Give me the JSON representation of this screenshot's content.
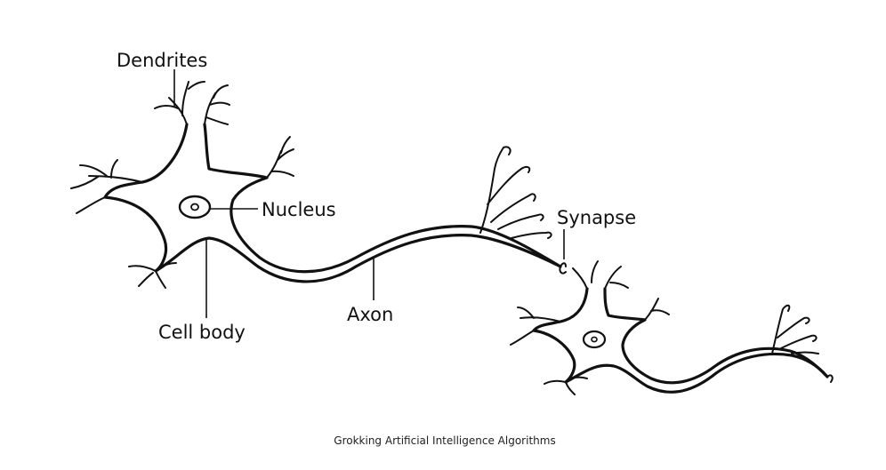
{
  "labels": {
    "dendrites": "Dendrites",
    "nucleus": "Nucleus",
    "synapse": "Synapse",
    "axon": "Axon",
    "cell_body": "Cell body"
  },
  "caption": "Grokking Artificial Intelligence Algorithms"
}
